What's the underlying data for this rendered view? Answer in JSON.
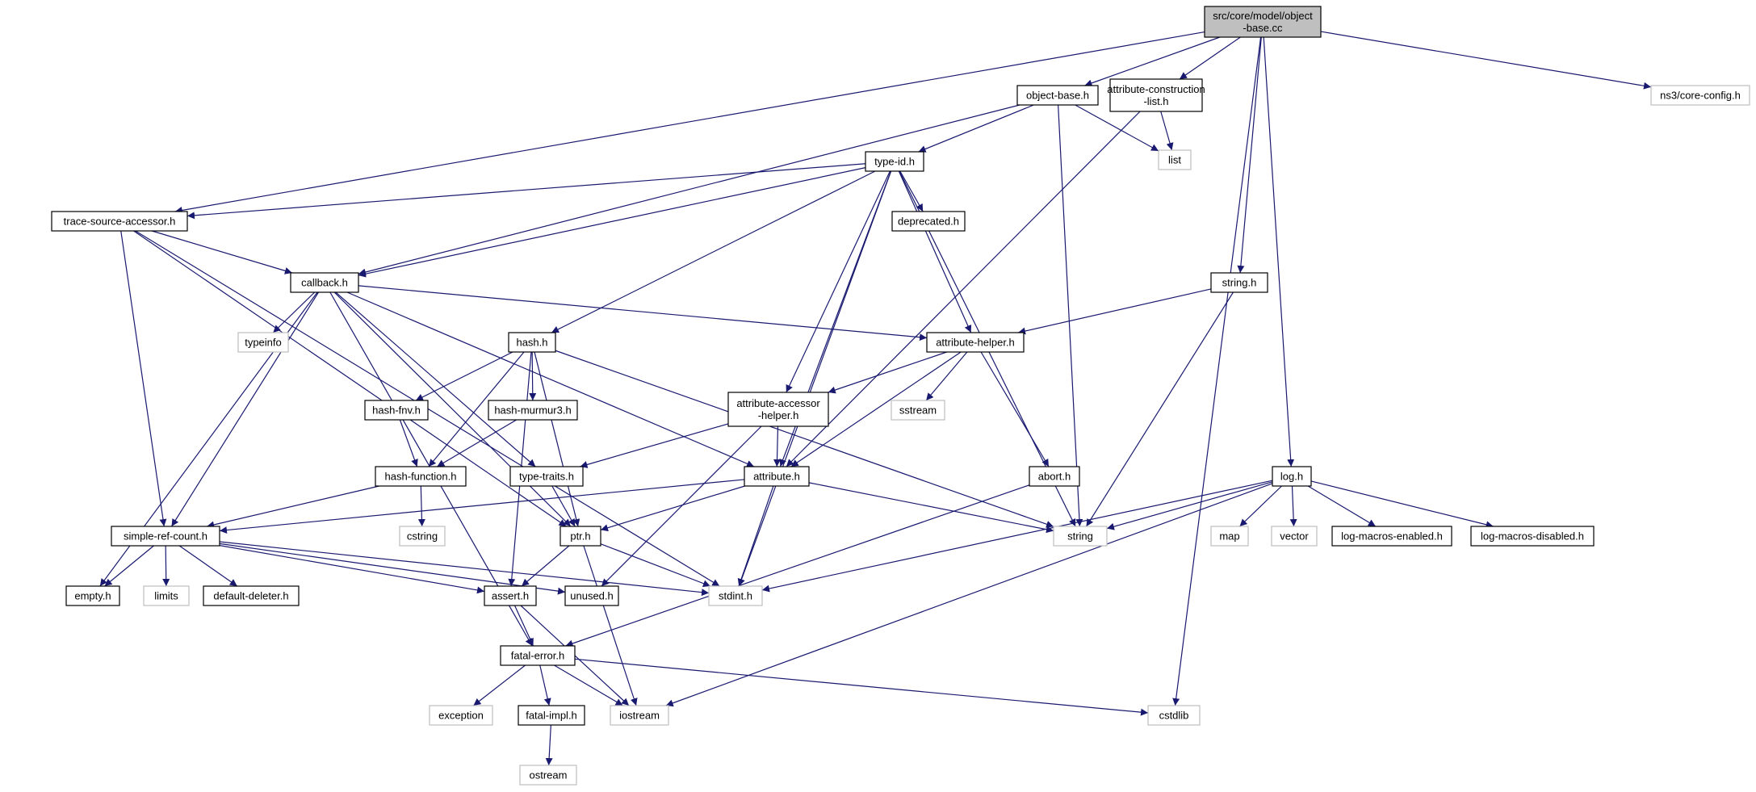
{
  "colors": {
    "edge": "#191970",
    "root_fill": "#bfbfbf",
    "node_border": "#000000",
    "ext_border": "#bfbfbf",
    "background": "#ffffff"
  },
  "nodes": [
    {
      "id": "root",
      "label": [
        "src/core/model/object",
        "-base.cc"
      ],
      "kind": "root"
    },
    {
      "id": "object_base_h",
      "label": [
        "object-base.h"
      ],
      "kind": "internal"
    },
    {
      "id": "attr_construction",
      "label": [
        "attribute-construction",
        "-list.h"
      ],
      "kind": "internal"
    },
    {
      "id": "core_config",
      "label": [
        "ns3/core-config.h"
      ],
      "kind": "external"
    },
    {
      "id": "list",
      "label": [
        "list"
      ],
      "kind": "external"
    },
    {
      "id": "type_id",
      "label": [
        "type-id.h"
      ],
      "kind": "internal"
    },
    {
      "id": "trace_source",
      "label": [
        "trace-source-accessor.h"
      ],
      "kind": "internal"
    },
    {
      "id": "deprecated",
      "label": [
        "deprecated.h"
      ],
      "kind": "internal"
    },
    {
      "id": "callback",
      "label": [
        "callback.h"
      ],
      "kind": "internal"
    },
    {
      "id": "string_h",
      "label": [
        "string.h"
      ],
      "kind": "internal"
    },
    {
      "id": "typeinfo",
      "label": [
        "typeinfo"
      ],
      "kind": "external"
    },
    {
      "id": "hash",
      "label": [
        "hash.h"
      ],
      "kind": "internal"
    },
    {
      "id": "attr_helper",
      "label": [
        "attribute-helper.h"
      ],
      "kind": "internal"
    },
    {
      "id": "hash_fnv",
      "label": [
        "hash-fnv.h"
      ],
      "kind": "internal"
    },
    {
      "id": "hash_murmur",
      "label": [
        "hash-murmur3.h"
      ],
      "kind": "internal"
    },
    {
      "id": "attr_accessor",
      "label": [
        "attribute-accessor",
        "-helper.h"
      ],
      "kind": "internal"
    },
    {
      "id": "sstream",
      "label": [
        "sstream"
      ],
      "kind": "external"
    },
    {
      "id": "hash_function",
      "label": [
        "hash-function.h"
      ],
      "kind": "internal"
    },
    {
      "id": "type_traits",
      "label": [
        "type-traits.h"
      ],
      "kind": "internal"
    },
    {
      "id": "attribute",
      "label": [
        "attribute.h"
      ],
      "kind": "internal"
    },
    {
      "id": "abort",
      "label": [
        "abort.h"
      ],
      "kind": "internal"
    },
    {
      "id": "log",
      "label": [
        "log.h"
      ],
      "kind": "internal"
    },
    {
      "id": "cstring",
      "label": [
        "cstring"
      ],
      "kind": "external"
    },
    {
      "id": "simple_ref",
      "label": [
        "simple-ref-count.h"
      ],
      "kind": "internal"
    },
    {
      "id": "ptr",
      "label": [
        "ptr.h"
      ],
      "kind": "internal"
    },
    {
      "id": "string",
      "label": [
        "string"
      ],
      "kind": "external"
    },
    {
      "id": "map",
      "label": [
        "map"
      ],
      "kind": "external"
    },
    {
      "id": "vector",
      "label": [
        "vector"
      ],
      "kind": "external"
    },
    {
      "id": "log_enabled",
      "label": [
        "log-macros-enabled.h"
      ],
      "kind": "internal"
    },
    {
      "id": "log_disabled",
      "label": [
        "log-macros-disabled.h"
      ],
      "kind": "internal"
    },
    {
      "id": "empty",
      "label": [
        "empty.h"
      ],
      "kind": "internal"
    },
    {
      "id": "limits",
      "label": [
        "limits"
      ],
      "kind": "external"
    },
    {
      "id": "default_deleter",
      "label": [
        "default-deleter.h"
      ],
      "kind": "internal"
    },
    {
      "id": "assert",
      "label": [
        "assert.h"
      ],
      "kind": "internal"
    },
    {
      "id": "unused",
      "label": [
        "unused.h"
      ],
      "kind": "internal"
    },
    {
      "id": "stdint",
      "label": [
        "stdint.h"
      ],
      "kind": "external"
    },
    {
      "id": "fatal_error",
      "label": [
        "fatal-error.h"
      ],
      "kind": "internal"
    },
    {
      "id": "exception",
      "label": [
        "exception"
      ],
      "kind": "external"
    },
    {
      "id": "fatal_impl",
      "label": [
        "fatal-impl.h"
      ],
      "kind": "internal"
    },
    {
      "id": "iostream",
      "label": [
        "iostream"
      ],
      "kind": "external"
    },
    {
      "id": "cstdlib",
      "label": [
        "cstdlib"
      ],
      "kind": "external"
    },
    {
      "id": "ostream",
      "label": [
        "ostream"
      ],
      "kind": "external"
    }
  ],
  "edges": [
    [
      "root",
      "object_base_h"
    ],
    [
      "root",
      "attr_construction"
    ],
    [
      "root",
      "core_config"
    ],
    [
      "root",
      "trace_source"
    ],
    [
      "root",
      "string_h"
    ],
    [
      "root",
      "log"
    ],
    [
      "root",
      "cstdlib"
    ],
    [
      "object_base_h",
      "type_id"
    ],
    [
      "object_base_h",
      "list"
    ],
    [
      "object_base_h",
      "callback"
    ],
    [
      "object_base_h",
      "string"
    ],
    [
      "attr_construction",
      "list"
    ],
    [
      "attr_construction",
      "attribute"
    ],
    [
      "type_id",
      "trace_source"
    ],
    [
      "type_id",
      "callback"
    ],
    [
      "type_id",
      "deprecated"
    ],
    [
      "type_id",
      "hash"
    ],
    [
      "type_id",
      "attr_helper"
    ],
    [
      "type_id",
      "attr_accessor"
    ],
    [
      "type_id",
      "attribute"
    ],
    [
      "type_id",
      "string"
    ],
    [
      "type_id",
      "stdint"
    ],
    [
      "trace_source",
      "callback"
    ],
    [
      "trace_source",
      "simple_ref"
    ],
    [
      "trace_source",
      "ptr"
    ],
    [
      "trace_source",
      "stdint"
    ],
    [
      "callback",
      "typeinfo"
    ],
    [
      "callback",
      "attr_helper"
    ],
    [
      "callback",
      "attribute"
    ],
    [
      "callback",
      "simple_ref"
    ],
    [
      "callback",
      "ptr"
    ],
    [
      "callback",
      "type_traits"
    ],
    [
      "callback",
      "empty"
    ],
    [
      "callback",
      "fatal_error"
    ],
    [
      "string_h",
      "attr_helper"
    ],
    [
      "string_h",
      "string"
    ],
    [
      "hash",
      "hash_fnv"
    ],
    [
      "hash",
      "hash_murmur"
    ],
    [
      "hash",
      "hash_function"
    ],
    [
      "hash",
      "ptr"
    ],
    [
      "hash",
      "assert"
    ],
    [
      "hash",
      "string"
    ],
    [
      "hash_fnv",
      "hash_function"
    ],
    [
      "hash_murmur",
      "hash_function"
    ],
    [
      "hash_function",
      "simple_ref"
    ],
    [
      "hash_function",
      "cstring"
    ],
    [
      "attr_helper",
      "attr_accessor"
    ],
    [
      "attr_helper",
      "sstream"
    ],
    [
      "attr_helper",
      "attribute"
    ],
    [
      "attr_helper",
      "abort"
    ],
    [
      "attr_accessor",
      "attribute"
    ],
    [
      "attr_accessor",
      "type_traits"
    ],
    [
      "attr_accessor",
      "unused"
    ],
    [
      "type_traits",
      "ptr"
    ],
    [
      "attribute",
      "ptr"
    ],
    [
      "attribute",
      "string"
    ],
    [
      "attribute",
      "stdint"
    ],
    [
      "attribute",
      "simple_ref"
    ],
    [
      "abort",
      "fatal_error"
    ],
    [
      "log",
      "string"
    ],
    [
      "log",
      "map"
    ],
    [
      "log",
      "vector"
    ],
    [
      "log",
      "log_enabled"
    ],
    [
      "log",
      "log_disabled"
    ],
    [
      "log",
      "stdint"
    ],
    [
      "log",
      "iostream"
    ],
    [
      "simple_ref",
      "empty"
    ],
    [
      "simple_ref",
      "limits"
    ],
    [
      "simple_ref",
      "default_deleter"
    ],
    [
      "simple_ref",
      "assert"
    ],
    [
      "simple_ref",
      "unused"
    ],
    [
      "simple_ref",
      "stdint"
    ],
    [
      "ptr",
      "assert"
    ],
    [
      "ptr",
      "stdint"
    ],
    [
      "ptr",
      "iostream"
    ],
    [
      "assert",
      "fatal_error"
    ],
    [
      "assert",
      "iostream"
    ],
    [
      "fatal_error",
      "exception"
    ],
    [
      "fatal_error",
      "fatal_impl"
    ],
    [
      "fatal_error",
      "iostream"
    ],
    [
      "fatal_error",
      "cstdlib"
    ],
    [
      "fatal_impl",
      "ostream"
    ]
  ]
}
